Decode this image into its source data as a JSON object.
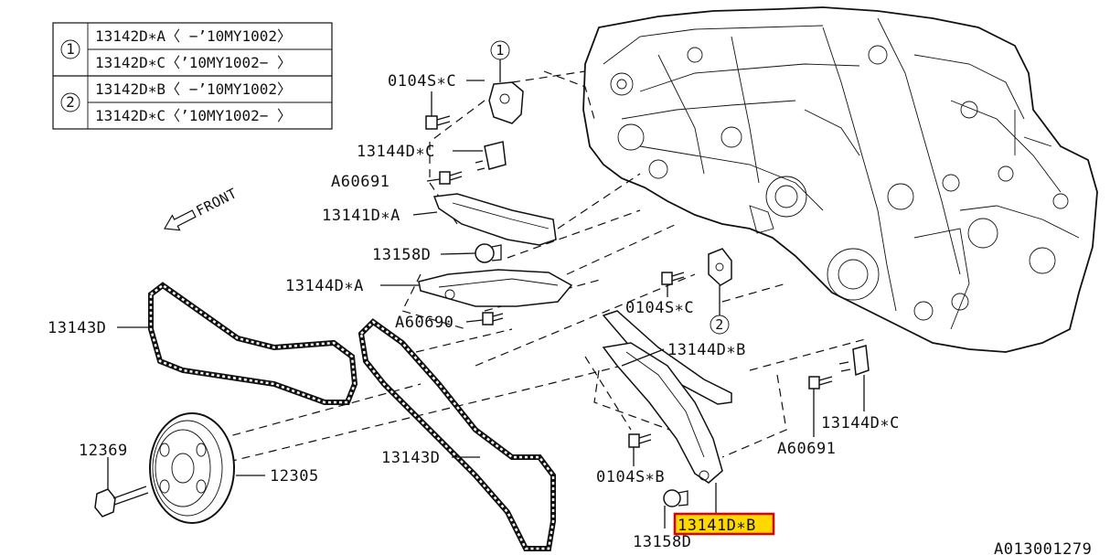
{
  "legend": {
    "rows": [
      {
        "marker": "1",
        "entries": [
          "13142D∗A〈 −’10MY1002〉",
          "13142D∗C〈’10MY1002− 〉"
        ]
      },
      {
        "marker": "2",
        "entries": [
          "13142D∗B〈 −’10MY1002〉",
          "13142D∗C〈’10MY1002− 〉"
        ]
      }
    ]
  },
  "front_label": "FRONT",
  "callouts": {
    "c1_marker": "1",
    "c2_marker": "2",
    "bolt_0104S_C_top": "0104S∗C",
    "guide_13144D_C_top": "13144D∗C",
    "bolt_A60691_top": "A60691",
    "guide_13141D_A": "13141D∗A",
    "idler_13158D_top": "13158D",
    "guide_13144D_A": "13144D∗A",
    "bolt_A60690": "A60690",
    "belt_13143D_left": "13143D",
    "bolt_0104S_C_mid": "0104S∗C",
    "guide_13144D_B": "13144D∗B",
    "guide_13144D_C_right": "13144D∗C",
    "bolt_A60691_right": "A60691",
    "bolt_12369": "12369",
    "pulley_12305": "12305",
    "belt_13143D_center": "13143D",
    "bolt_0104S_B": "0104S∗B",
    "highlighted_13141D_B": "13141D∗B",
    "idler_13158D_bottom": "13158D"
  },
  "highlight_color": "#ffd800",
  "highlight_border": "#e00000",
  "figure_id": "A013001279"
}
